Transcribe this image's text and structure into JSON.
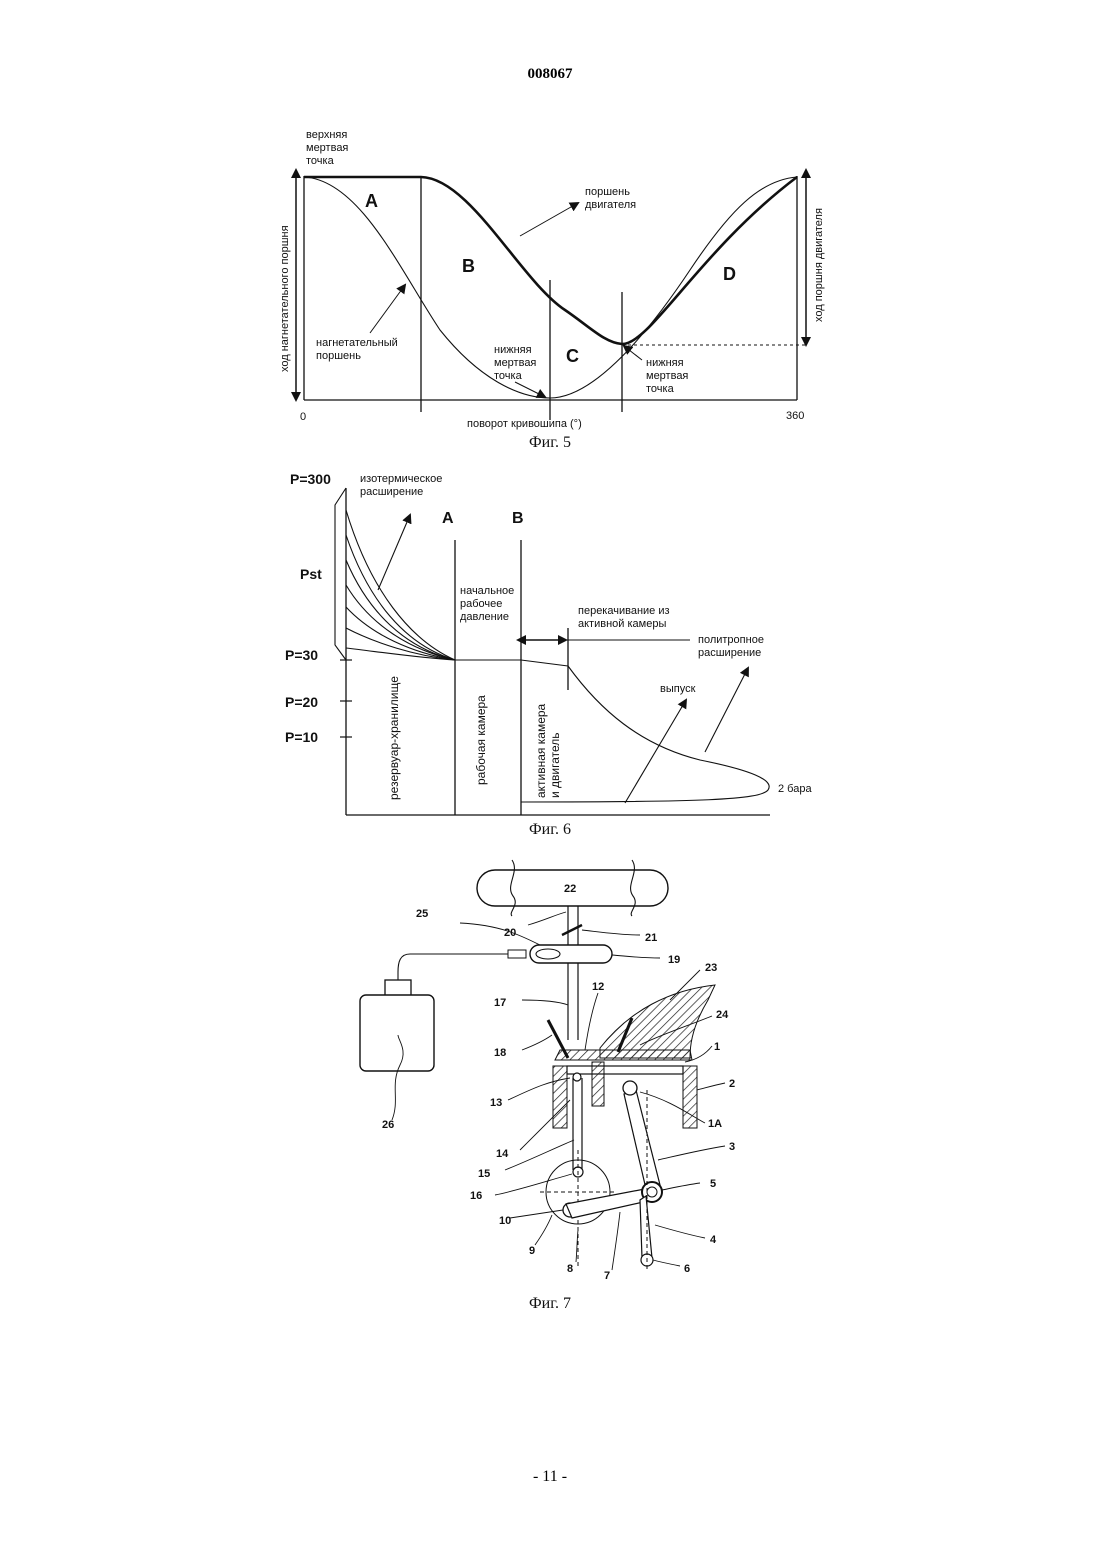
{
  "header": {
    "doc_number": "008067"
  },
  "footer": {
    "page_number": "- 11 -"
  },
  "fig5": {
    "caption": "Фиг. 5",
    "top_dead_center": [
      "верхняя",
      "мертвая",
      "точка"
    ],
    "ylabel_left": "ход нагнетательного поршня",
    "ylabel_right": "ход поршня двигателя",
    "xlabel": "поворот кривошипа (°)",
    "x_start": "0",
    "x_end": "360",
    "zones": [
      "A",
      "B",
      "C",
      "D"
    ],
    "engine_piston": [
      "поршень",
      "двигателя"
    ],
    "compressor_piston": [
      "нагнетательный",
      "поршень"
    ],
    "bdc_compressor": [
      "нижняя",
      "мертвая",
      "точка"
    ],
    "bdc_engine": [
      "нижняя",
      "мертвая",
      "точка"
    ]
  },
  "fig6": {
    "caption": "Фиг. 6",
    "p300": "P=300",
    "pst": "Pst",
    "p30": "P=30",
    "p20": "P=20",
    "p10": "P=10",
    "isothermal": [
      "изотермическое",
      "расширение"
    ],
    "zone_a": "A",
    "zone_b": "B",
    "initial_pressure": [
      "начальное",
      "рабочее",
      "давление"
    ],
    "transfer": [
      "перекачивание из",
      "активной камеры"
    ],
    "polytropic": [
      "политропное",
      "расширение"
    ],
    "exhaust": "выпуск",
    "storage_tank": "резервуар-хранилище",
    "work_chamber": "рабочая камера",
    "active_chamber": [
      "активная камера",
      "и двигатель"
    ],
    "two_bar": "2 бара"
  },
  "fig7": {
    "caption": "Фиг. 7",
    "labels": [
      "22",
      "25",
      "20",
      "21",
      "19",
      "23",
      "12",
      "17",
      "24",
      "18",
      "1",
      "2",
      "13",
      "1A",
      "26",
      "14",
      "3",
      "15",
      "5",
      "16",
      "10",
      "9",
      "4",
      "8",
      "7",
      "6"
    ]
  }
}
